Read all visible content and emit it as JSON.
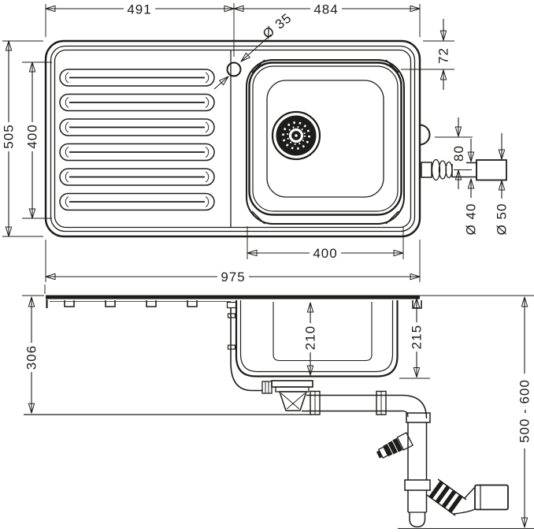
{
  "drawing": {
    "type": "technical dimension drawing",
    "subject": "kitchen built-in sink with drainboard, tap hole, overflow outlet and drain trap piping",
    "views": {
      "top_view": "plan view of sink",
      "side_view": "front section with drain piping"
    },
    "colors": {
      "line": "#1d1d1b",
      "background": "#ffffff"
    },
    "dimensions": {
      "top_left_width": "491",
      "top_right_width": "484",
      "tap_hole": "Ø 35",
      "rim_to_bowl": "72",
      "overall_depth": "505",
      "basin_length": "400",
      "overflow_drop": "80",
      "outlet_inner": "Ø 40",
      "outlet_outer": "Ø 50",
      "bowl_width": "400",
      "overall_width": "975",
      "installation_height": "306",
      "bowl_depth_inner": "210",
      "bowl_depth_outer": "215",
      "drain_height_range": "500 - 600"
    }
  }
}
